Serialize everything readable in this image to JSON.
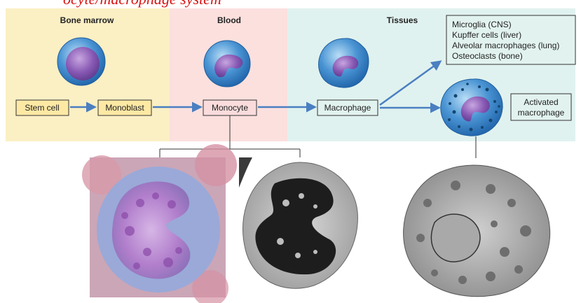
{
  "top_text": "ocyte/macrophage system",
  "zones": {
    "bone_marrow": "Bone marrow",
    "blood": "Blood",
    "tissues": "Tissues"
  },
  "stages": {
    "stem_cell": "Stem cell",
    "monoblast": "Monoblast",
    "monocyte": "Monocyte",
    "macrophage": "Macrophage"
  },
  "tissue_macrophages": [
    "Microglia (CNS)",
    "Kupffer cells (liver)",
    "Alveolar macrophages (lung)",
    "Osteoclasts (bone)"
  ],
  "activated_macrophage": [
    "Activated",
    "macrophage"
  ],
  "colors": {
    "bone_marrow_bg": "#fbefc4",
    "blood_bg": "#fbe0de",
    "tissues_bg": "#e0f2ef",
    "arrow": "#4a7fc1",
    "stem_box": "#fde9a4",
    "monocyte_box": "#fbdcdc",
    "tissue_box": "#e2f3ef",
    "cell_blue": "#3c86c9",
    "nucleus_purple": "#8559b0"
  }
}
